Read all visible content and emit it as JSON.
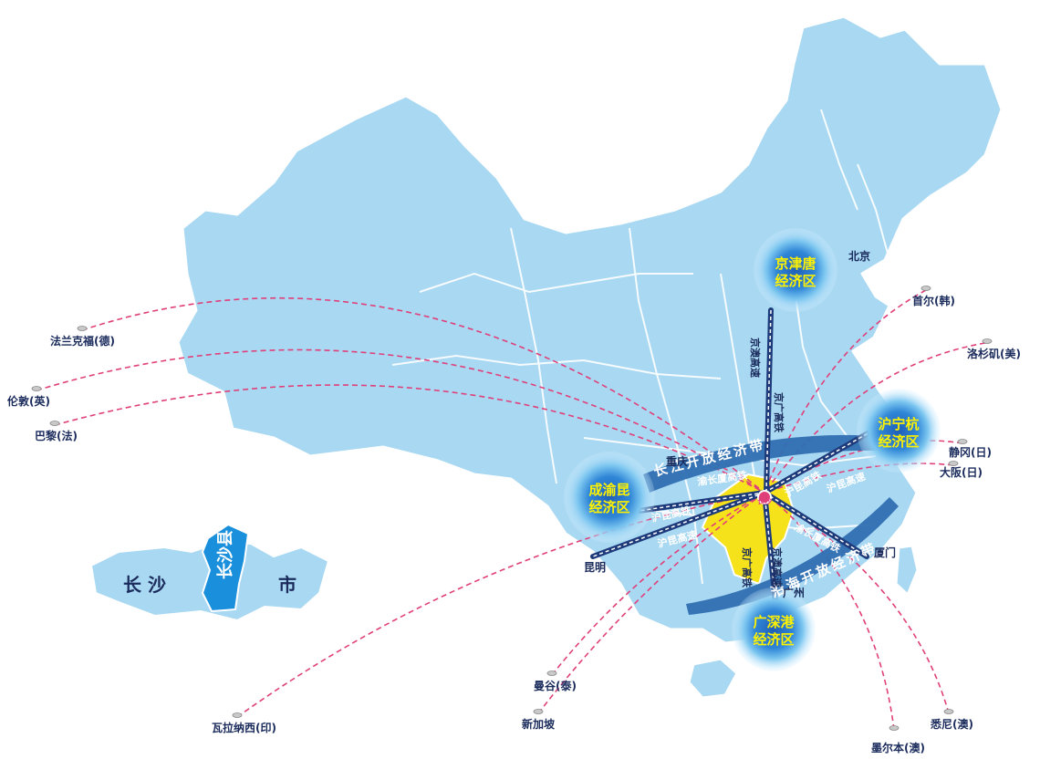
{
  "colors": {
    "land": "#a8d8f2",
    "border": "#ffffff",
    "county": "#1a8fdc",
    "highlight": "#f5e21a",
    "rail": "#1d3a7a",
    "belt": "#2f6fb1",
    "route": "#e0407a",
    "zone_text": "#fff200",
    "city_text": "#1a2b5c"
  },
  "inset": {
    "city_left": "长 沙",
    "city_right": "市",
    "county": "长沙县"
  },
  "belts": {
    "yangtze": "长江开放经济带",
    "coastal": "沿海开放经济带"
  },
  "zones": {
    "jingjintang": [
      "京津唐",
      "经济区"
    ],
    "huninghang": [
      "沪宁杭",
      "经济区"
    ],
    "chengyukun": [
      "成渝昆",
      "经济区"
    ],
    "guangshengang": [
      "广深港",
      "经济区"
    ]
  },
  "corridors": {
    "jinggao_gaosu": "京澳高速",
    "jinggang_tie1": "京广高铁",
    "yuchangxia_1": "渝长厦高铁",
    "hukun_tie1": "沪昆高铁",
    "hukun_tie2": "沪昆高铁",
    "hukun_gaosu1": "沪昆高速",
    "hukun_gaosu2": "沪昆高速",
    "yuchangxia_2": "渝长厦高铁",
    "jinggang_tie2": "京广高铁",
    "jinggao_gaosu2": "京澳高速"
  },
  "cities": {
    "beijing": "北京",
    "chongqing": "重庆",
    "kunming": "昆明",
    "xiamen": "厦门",
    "guangzhou": "广州",
    "changsha": "长沙"
  },
  "destinations": {
    "frankfurt": "法兰克福(德)",
    "london": "伦敦(英)",
    "paris": "巴黎(法)",
    "seoul": "首尔(韩)",
    "la": "洛杉矶(美)",
    "shizuoka": "静冈(日)",
    "osaka": "大阪(日)",
    "bangkok": "曼谷(泰)",
    "singapore": "新加坡",
    "varanasi": "瓦拉纳西(印)",
    "sydney": "悉尼(澳)",
    "melbourne": "墨尔本(澳)"
  }
}
